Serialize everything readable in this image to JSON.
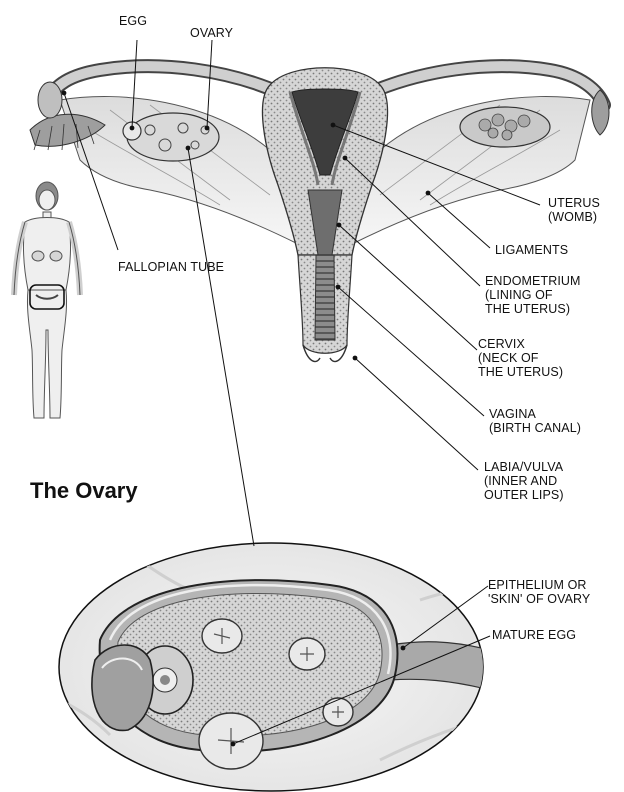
{
  "heading": "The Ovary",
  "labels": {
    "egg": "EGG",
    "ovary": "OVARY",
    "fallopian_tube": "FALLOPIAN TUBE",
    "uterus": [
      "UTERUS",
      "(WOMB)"
    ],
    "ligaments": "LIGAMENTS",
    "endometrium": [
      "ENDOMETRIUM",
      "(LINING OF",
      "THE UTERUS)"
    ],
    "cervix": [
      "CERVIX",
      "(NECK OF",
      "THE UTERUS)"
    ],
    "vagina": [
      "VAGINA",
      "(BIRTH CANAL)"
    ],
    "labia": [
      "LABIA/VULVA",
      "(INNER AND",
      "OUTER LIPS)"
    ],
    "epithelium": [
      "EPITHELIUM OR",
      "'SKIN' OF OVARY"
    ],
    "mature_egg": "MATURE EGG"
  },
  "colors": {
    "ink": "#111111",
    "tissue_light": "#efefef",
    "tissue_mid": "#bdbdbd",
    "tissue_dark": "#555555"
  }
}
